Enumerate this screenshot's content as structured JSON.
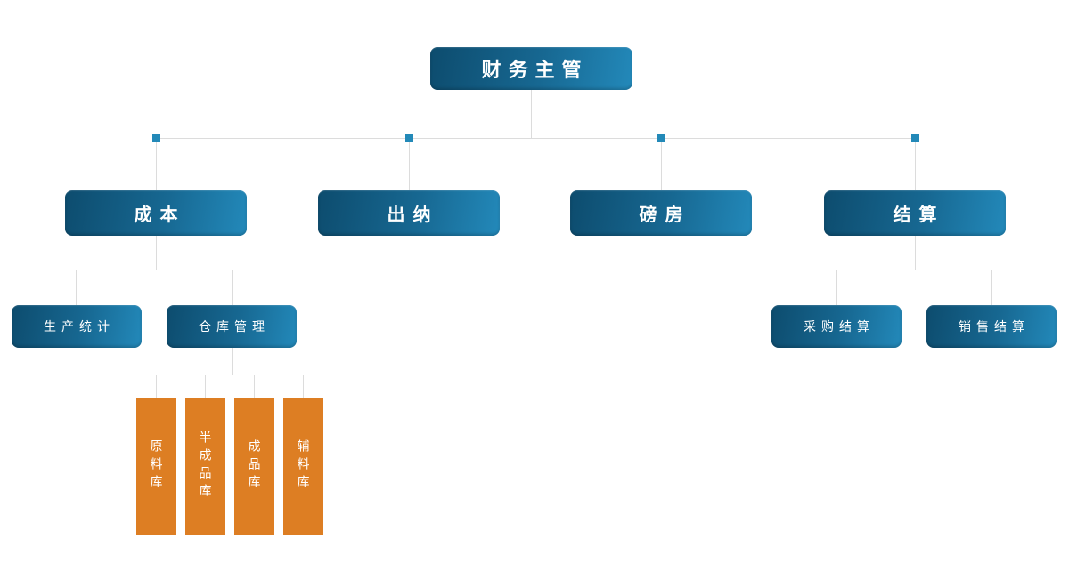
{
  "org": {
    "root": {
      "label": "财务主管"
    },
    "departments": [
      {
        "label": "成本"
      },
      {
        "label": "出纳"
      },
      {
        "label": "磅房"
      },
      {
        "label": "结算"
      }
    ],
    "cost_children": [
      {
        "label": "生产统计"
      },
      {
        "label": "仓库管理"
      }
    ],
    "warehouse_children": [
      {
        "label": "原料库"
      },
      {
        "label": "半成品库"
      },
      {
        "label": "成品库"
      },
      {
        "label": "辅料库"
      }
    ],
    "settlement_children": [
      {
        "label": "采购结算"
      },
      {
        "label": "销售结算"
      }
    ],
    "colors": {
      "node_gradient_dark": "#0d4c6e",
      "node_gradient_light": "#2389ba",
      "warehouse_orange": "#dd7e23",
      "connector_gray": "#dcdcdc",
      "junction_blue": "#2389b8",
      "text_white": "#ffffff",
      "background": "#ffffff"
    }
  }
}
